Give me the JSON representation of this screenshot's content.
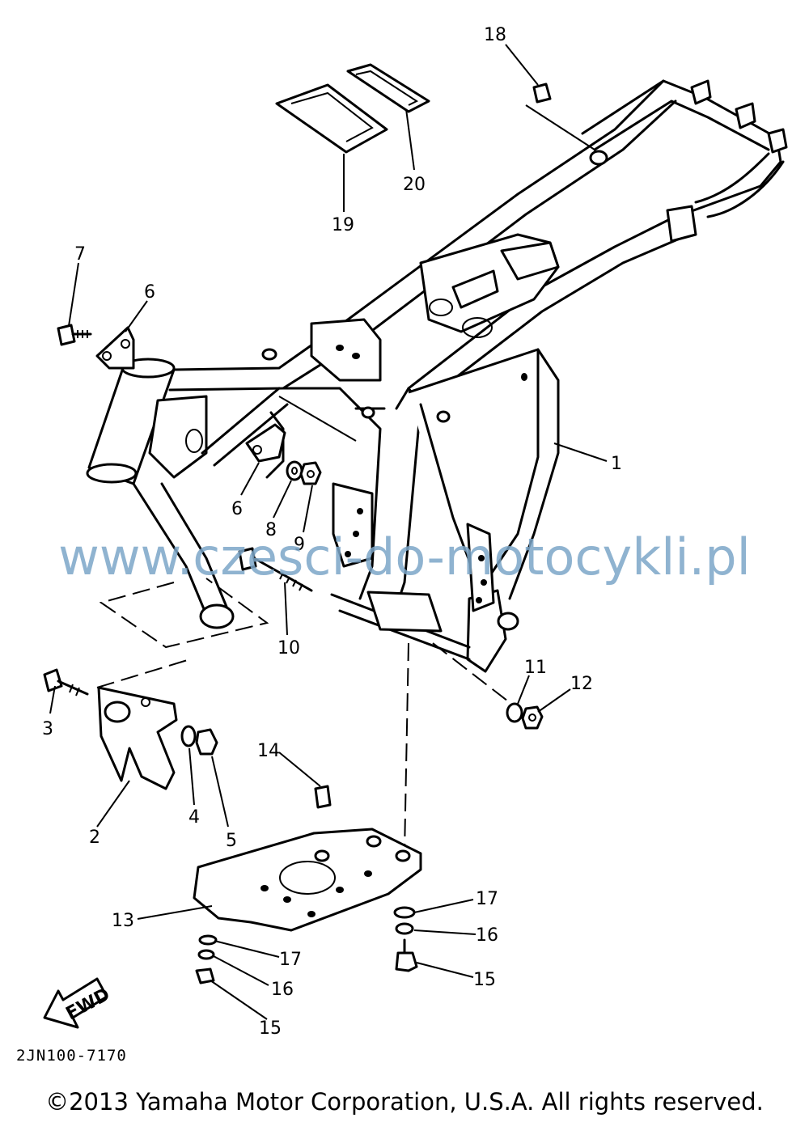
{
  "watermark": "www.czesci-do-motocykli.pl",
  "diagram_code": "2JN100-7170",
  "copyright": "©2013 Yamaha Motor Corporation, U.S.A. All rights reserved.",
  "fwd_label": "FWD",
  "callouts": [
    "1",
    "2",
    "3",
    "4",
    "5",
    "6",
    "6",
    "7",
    "8",
    "9",
    "10",
    "11",
    "12",
    "13",
    "14",
    "15",
    "15",
    "16",
    "16",
    "17",
    "17",
    "18",
    "19",
    "20"
  ]
}
